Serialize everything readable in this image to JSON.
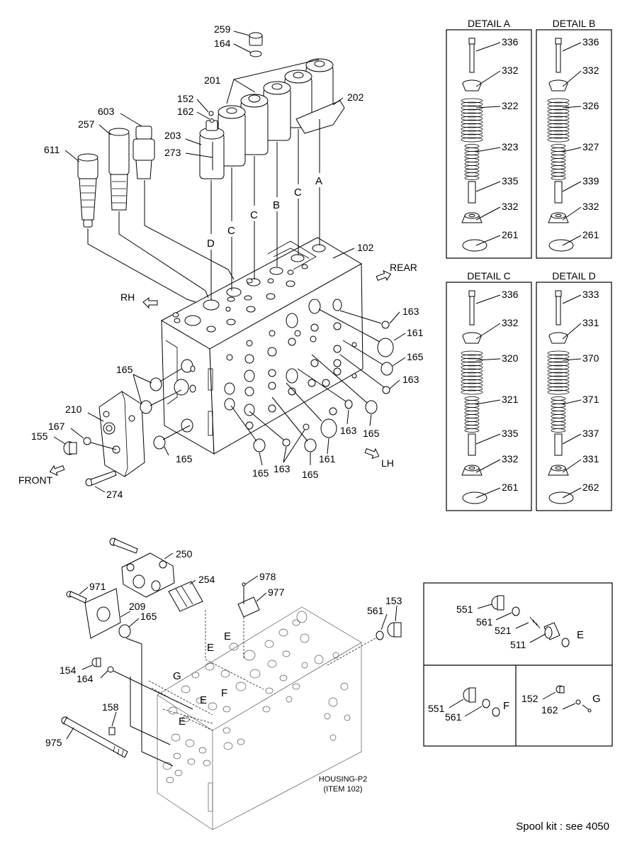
{
  "detail_titles": [
    "DETAIL A",
    "DETAIL B",
    "DETAIL C",
    "DETAIL D"
  ],
  "detail_a": [
    "336",
    "332",
    "322",
    "323",
    "335",
    "332",
    "261"
  ],
  "detail_b": [
    "336",
    "332",
    "326",
    "327",
    "339",
    "332",
    "261"
  ],
  "detail_c": [
    "336",
    "332",
    "320",
    "321",
    "335",
    "332",
    "261"
  ],
  "detail_d": [
    "333",
    "331",
    "370",
    "371",
    "337",
    "331",
    "262"
  ],
  "top_parts": {
    "p259": "259",
    "p164": "164",
    "p201": "201",
    "p202": "202",
    "p152": "152",
    "p162": "162",
    "p603": "603",
    "p257": "257",
    "p203": "203",
    "p273": "273",
    "p611": "611",
    "p102": "102",
    "p163a": "163",
    "p161a": "161",
    "p165a": "165",
    "p163b": "163",
    "p165b": "165",
    "p165c": "165",
    "p210": "210",
    "p167": "167",
    "p155": "155",
    "p165d": "165",
    "p274": "274",
    "p165e": "165",
    "p163c": "163",
    "p165f": "165",
    "p161b": "161",
    "p163d": "163",
    "p165g": "165"
  },
  "letters": {
    "A": "A",
    "B": "B",
    "C1": "C",
    "C2": "C",
    "C3": "C",
    "D": "D",
    "E1": "E",
    "E2": "E",
    "E3": "E",
    "E4": "E",
    "F1": "F",
    "G1": "G",
    "E5": "E",
    "F2": "F",
    "G2": "G"
  },
  "directions": {
    "rh": "RH",
    "rear": "REAR",
    "front": "FRONT",
    "lh": "LH"
  },
  "bottom_parts": {
    "p250": "250",
    "p254": "254",
    "p971": "971",
    "p978": "978",
    "p977": "977",
    "p209": "209",
    "p165": "165",
    "p561": "561",
    "p153": "153",
    "p154": "154",
    "p164": "164",
    "p158": "158",
    "p975": "975"
  },
  "housing_label": [
    "HOUSING-P2",
    "(ITEM 102)"
  ],
  "inset_parts": {
    "p551a": "551",
    "p561a": "561",
    "p521": "521",
    "p511": "511",
    "p551b": "551",
    "p561b": "561",
    "p152": "152",
    "p162": "162"
  },
  "footer": "Spool kit : see 4050"
}
